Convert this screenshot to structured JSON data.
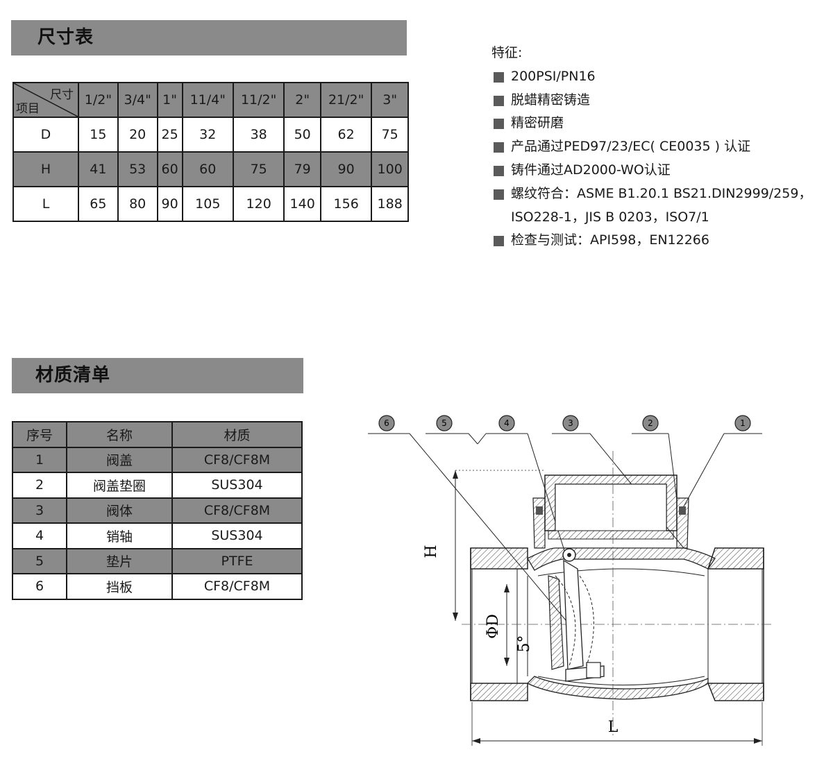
{
  "dimensions": {
    "title": "尺寸表",
    "corner_top": "尺寸",
    "corner_bottom": "项目",
    "sizes": [
      "1/2\"",
      "3/4\"",
      "1\"",
      "11/4\"",
      "11/2\"",
      "2\"",
      "21/2\"",
      "3\""
    ],
    "rows": [
      {
        "label": "D",
        "values": [
          "15",
          "20",
          "25",
          "32",
          "38",
          "50",
          "62",
          "75"
        ]
      },
      {
        "label": "H",
        "values": [
          "41",
          "53",
          "60",
          "60",
          "75",
          "79",
          "90",
          "100"
        ]
      },
      {
        "label": "L",
        "values": [
          "65",
          "80",
          "90",
          "105",
          "120",
          "140",
          "156",
          "188"
        ]
      }
    ]
  },
  "materials": {
    "title": "材质清单",
    "headers": [
      "序号",
      "名称",
      "材质"
    ],
    "rows": [
      [
        "1",
        "阀盖",
        "CF8/CF8M"
      ],
      [
        "2",
        "阀盖垫圈",
        "SUS304"
      ],
      [
        "3",
        "阀体",
        "CF8/CF8M"
      ],
      [
        "4",
        "销轴",
        "SUS304"
      ],
      [
        "5",
        "垫片",
        "PTFE"
      ],
      [
        "6",
        "挡板",
        "CF8/CF8M"
      ]
    ]
  },
  "features": {
    "title": "特征:",
    "items": [
      "200PSI/PN16",
      "脱蜡精密铸造",
      "精密研磨",
      "产品通过PED97/23/EC( CE0035 ) 认证",
      "铸件通过AD2000-WO认证",
      "螺纹符合：ASME B1.20.1 BS21.DIN2999/259，",
      "检查与测试：API598，EN12266"
    ],
    "continuation": "ISO228-1，JIS B 0203，ISO7/1"
  },
  "drawing": {
    "callouts": [
      "6",
      "5",
      "4",
      "3",
      "2",
      "1"
    ],
    "label_h": "H",
    "label_d": "ΦD",
    "label_angle": "5°",
    "label_l": "L"
  }
}
